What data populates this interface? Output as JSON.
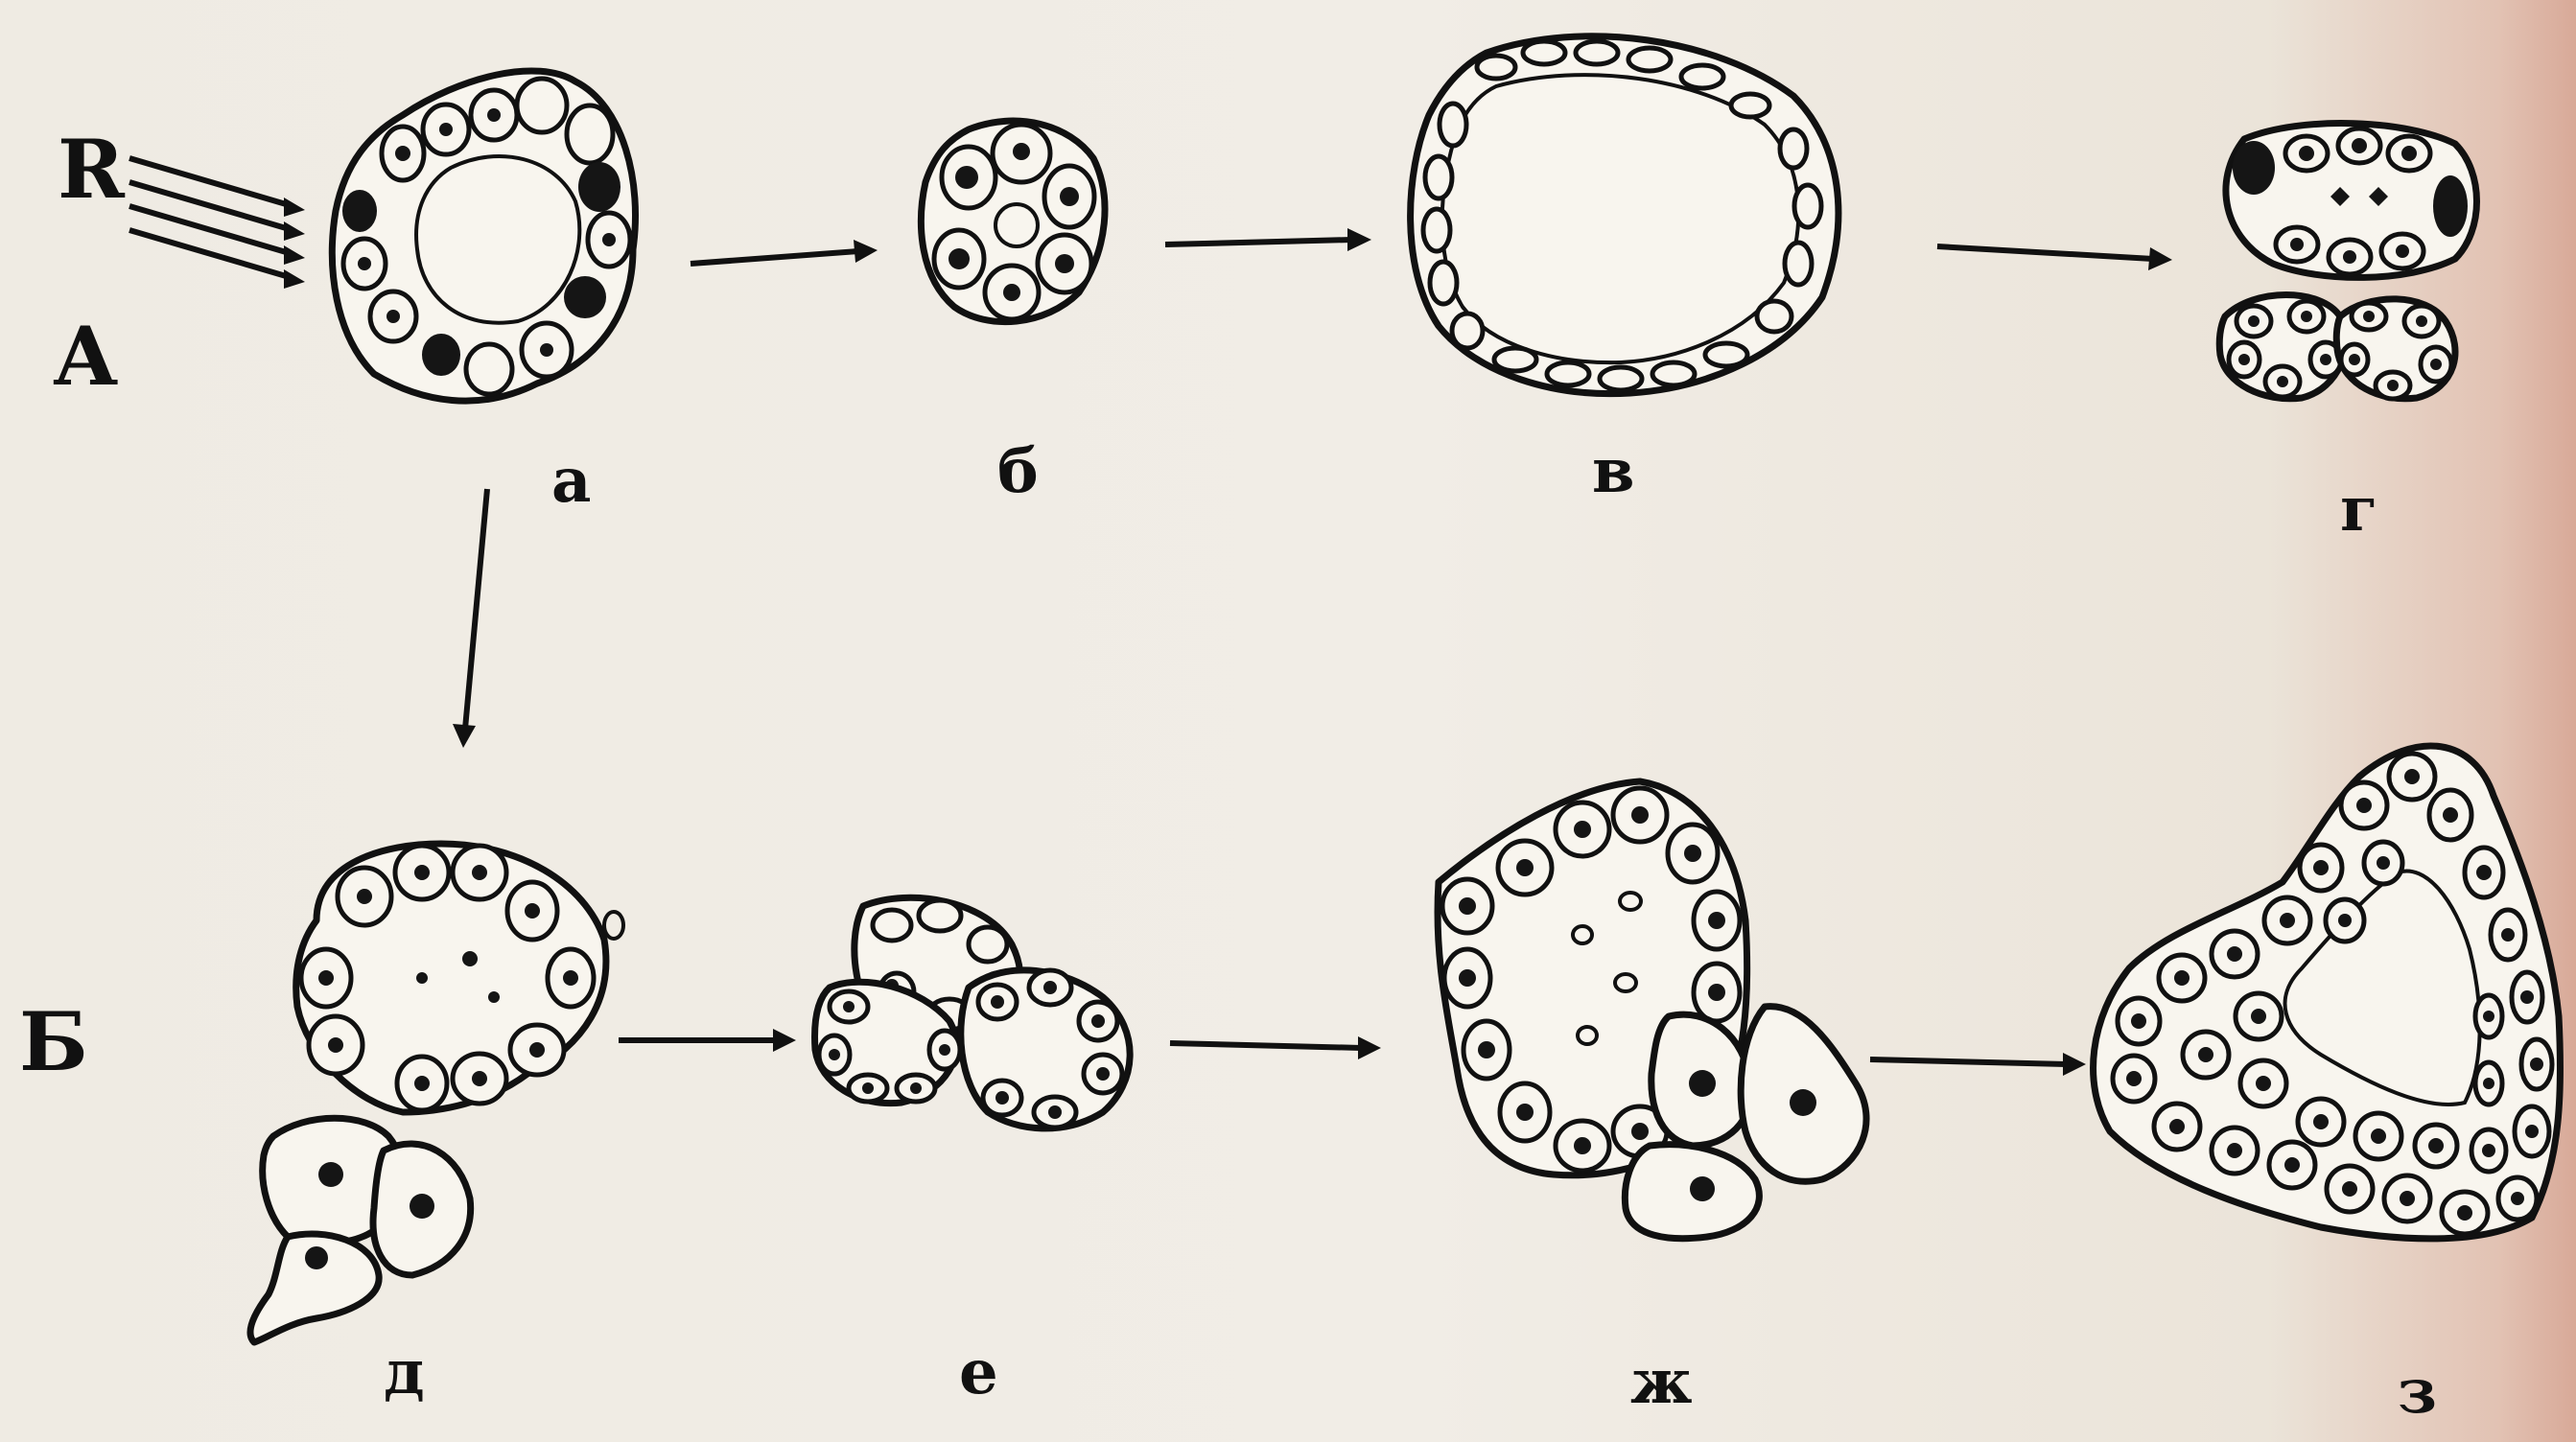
{
  "labels": {
    "row_a": "А",
    "row_b": "Б",
    "r_symbol": "R",
    "a": "а",
    "b": "б",
    "v": "в",
    "g": "г",
    "d": "д",
    "e": "е",
    "zh": "ж",
    "z": "з"
  },
  "colors": {
    "ink": "#111111",
    "paper": "#efebe3",
    "cell_fill": "#f8f5ee",
    "edge_stain": "#d8a998"
  }
}
